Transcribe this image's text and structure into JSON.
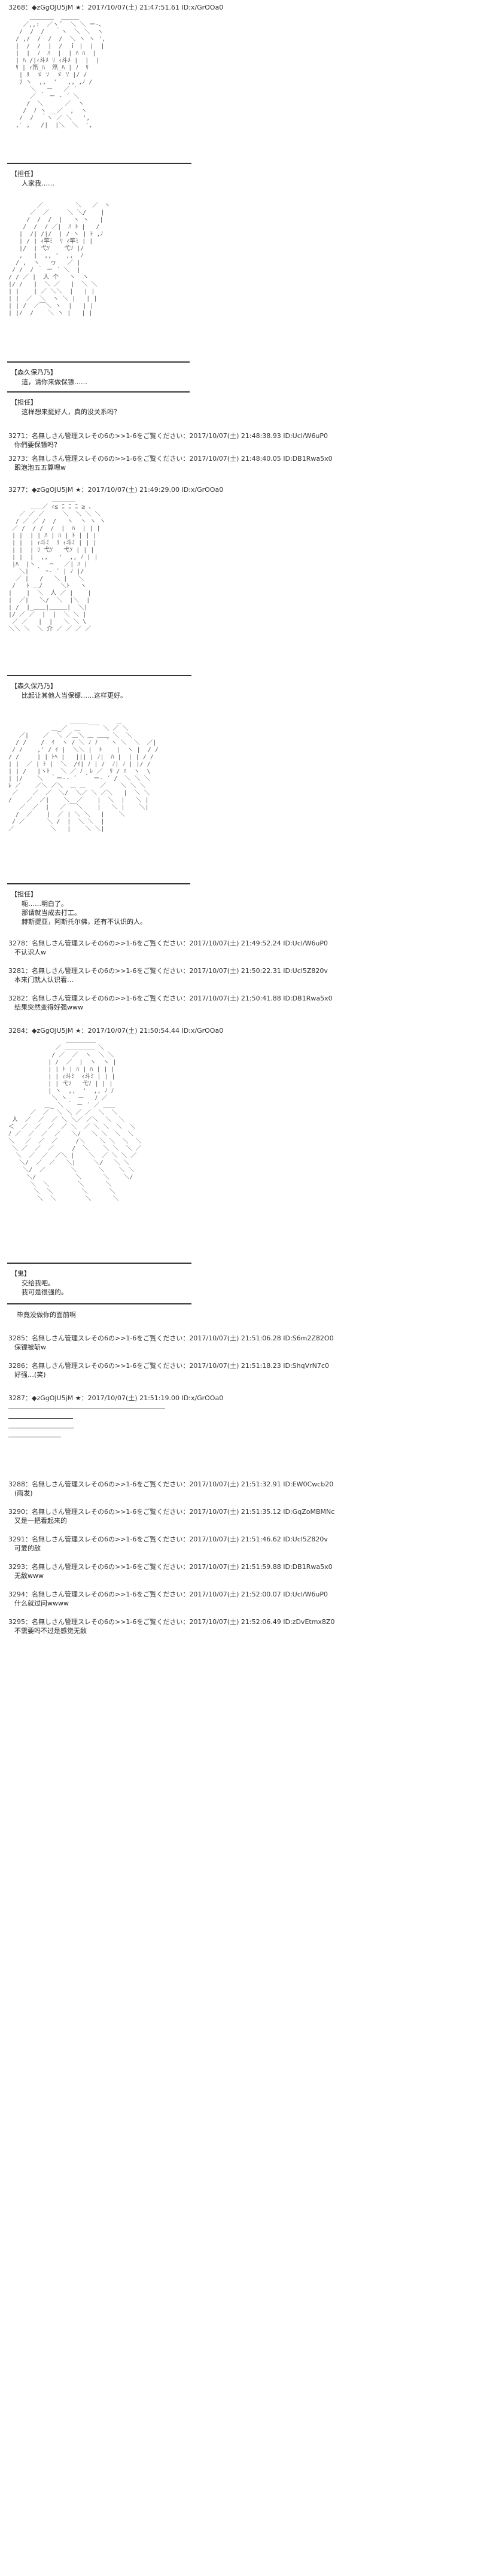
{
  "posts": {
    "p3268": {
      "header": "3268：◆zGgOJU5jM ★：2017/10/07(土) 21:47:51.61 ID:x/GrOOa0"
    },
    "p3271": {
      "header": "3271：名無しさん管理スレその6の>>1-6をご覧ください：2017/10/07(土) 21:48:38.93 ID:Ucl/W6uP0",
      "body": "你們要保镖吗？"
    },
    "p3273": {
      "header": "3273：名無しさん管理スレその6の>>1-6をご覧ください：2017/10/07(土) 21:48:40.05 ID:DB1Rwa5x0",
      "body": "跟泡泡五五算嗯w"
    },
    "p3277": {
      "header": "3277：◆zGgOJU5jM ★：2017/10/07(土) 21:49:29.00 ID:x/GrOOa0"
    },
    "p3278": {
      "header": "3278：名無しさん管理スレその6の>>1-6をご覧ください：2017/10/07(土) 21:49:52.24 ID:Ucl/W6uP0",
      "body": "不认识人w"
    },
    "p3281": {
      "header": "3281：名無しさん管理スレその6の>>1-6をご覧ください：2017/10/07(土) 21:50:22.31 ID:Ucl5Z820v",
      "body": "本来门就人认识看…"
    },
    "p3282": {
      "header": "3282：名無しさん管理スレその6の>>1-6をご覧ください：2017/10/07(土) 21:50:41.88 ID:DB1Rwa5x0",
      "body": "结果突然变得好强www"
    },
    "p3284": {
      "header": "3284：◆zGgOJU5jM ★：2017/10/07(土) 21:50:54.44 ID:x/GrOOa0"
    },
    "p3285": {
      "header": "3285：名無しさん管理スレその6の>>1-6をご覧ください：2017/10/07(土) 21:51:06.28 ID:S6m2Z82O0",
      "body": "保镖被斩w"
    },
    "p3286": {
      "header": "3286：名無しさん管理スレその6の>>1-6をご覧ください：2017/10/07(土) 21:51:18.23 ID:ShqVrN7c0",
      "body": "好强…(笑)"
    },
    "p3287": {
      "header": "3287：◆zGgOJU5jM ★：2017/10/07(土) 21:51:19.00 ID:x/GrOOa0"
    },
    "p3288": {
      "header": "3288：名無しさん管理スレその6の>>1-6をご覧ください：2017/10/07(土) 21:51:32.91 ID:EW0Cwcb20",
      "body": "(雨发)"
    },
    "p3290": {
      "header": "3290：名無しさん管理スレその6の>>1-6をご覧ください：2017/10/07(土) 21:51:35.12 ID:GqZoMBMNc",
      "body": "又是一把看起来的"
    },
    "p3291": {
      "header": "3291：名無しさん管理スレその6の>>1-6をご覧ください：2017/10/07(土) 21:51:46.62 ID:Ucl5Z820v",
      "body": "可爱的敌"
    },
    "p3293": {
      "header": "3293：名無しさん管理スレその6の>>1-6をご覧ください：2017/10/07(土) 21:51:59.88 ID:DB1Rwa5x0",
      "body": "无敌www"
    },
    "p3294": {
      "header": "3294：名無しさん管理スレその6の>>1-6をご覧ください：2017/10/07(土) 21:52:00.07 ID:Ucl/W6uP0",
      "body": "什么就过问wwww"
    },
    "p3295": {
      "header": "3295：名無しさん管理スレその6の>>1-6をご覧ください：2017/10/07(土) 21:52:06.49 ID:zDvEtmx8Z0",
      "body": "不需要吗不过是感觉无敌"
    }
  },
  "scenes": {
    "s1": {
      "label": "【担任】",
      "line1": "人家我……"
    },
    "s2": {
      "label": "【森久保乃乃】",
      "line1": "這，请你来做保镖……"
    },
    "s3": {
      "label": "【担任】",
      "line1": "这样想来挺好人，真的没关系吗？"
    },
    "s4": {
      "label": "【森久保乃乃】",
      "line1": "比起让其他人当保镖……这样更好。"
    },
    "s5": {
      "label": "【担任】",
      "line1": "呃……明白了。",
      "line2": "那请就当成去打工。",
      "line3": "赫斯提亚，阿斯托尔佛，还有不认识的人。"
    },
    "s6": {
      "label": "【鬼】",
      "line1": "交给我吧。",
      "line2": "我可是很强的。"
    },
    "s6note": "毕竟没做你的面前啊"
  }
}
